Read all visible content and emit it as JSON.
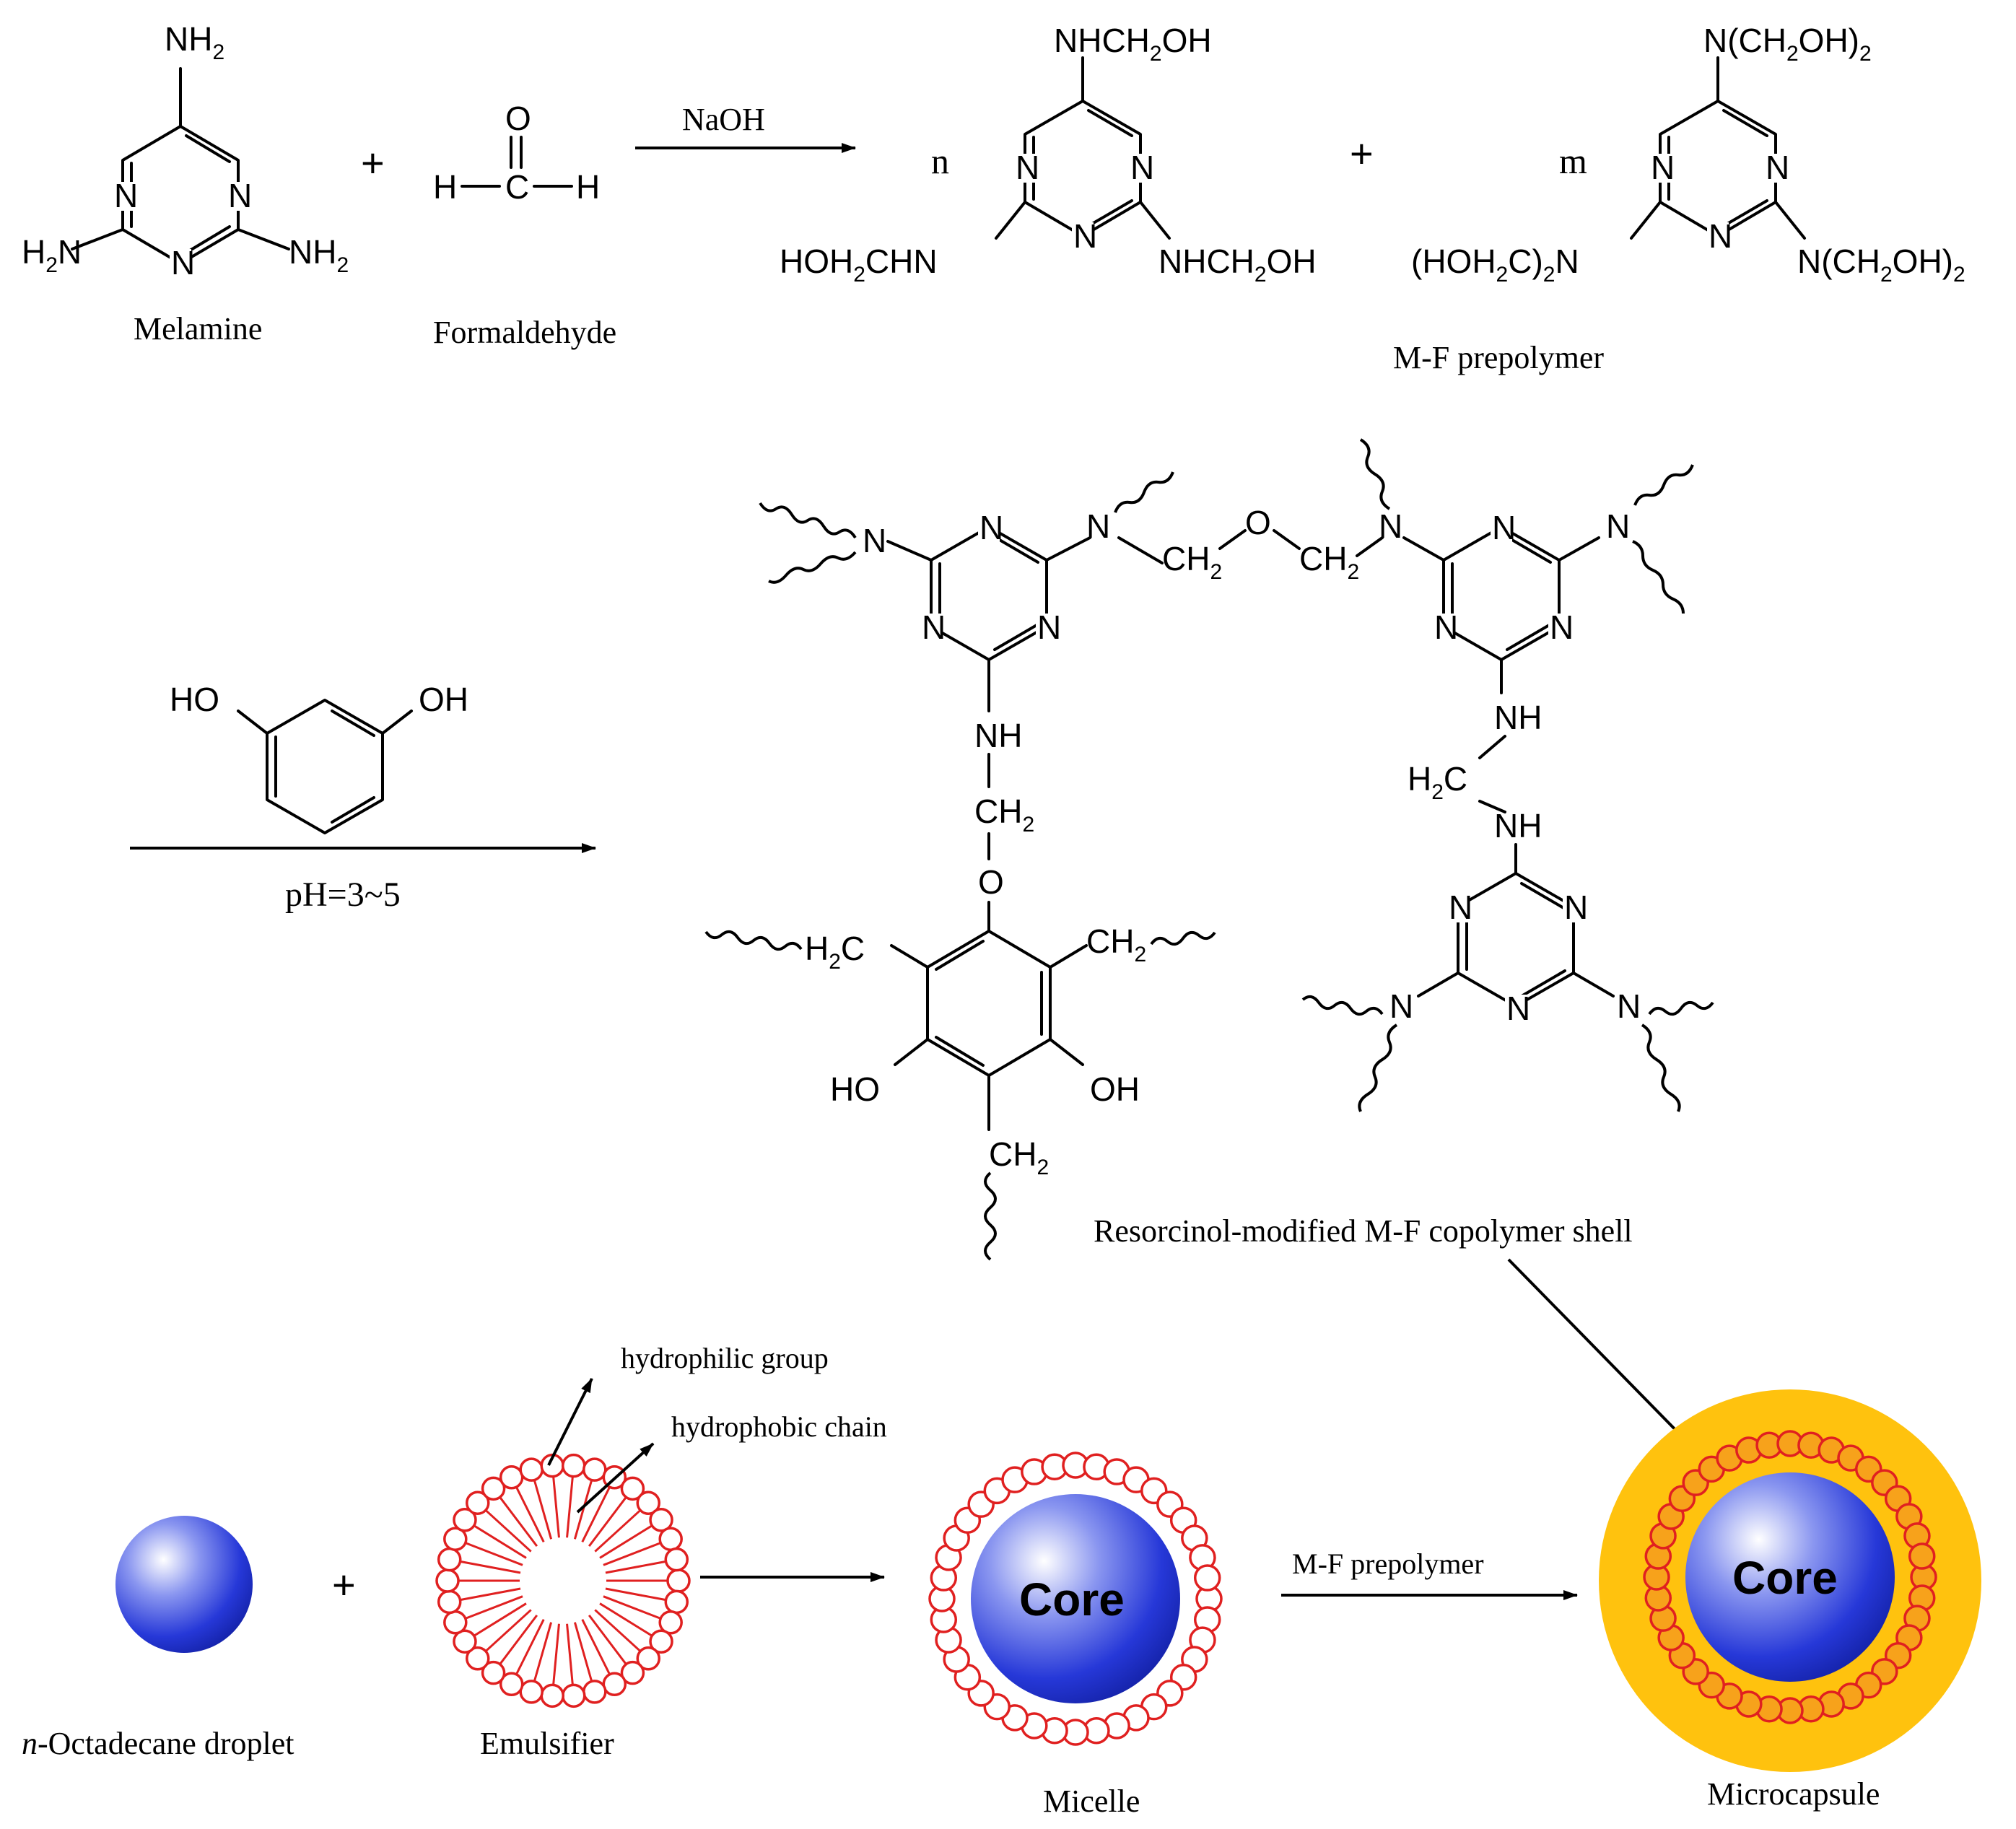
{
  "scheme": {
    "melamine": {
      "label": "Melamine",
      "nh2": "NH",
      "two": "2",
      "h2n": "H",
      "n": "N"
    },
    "formaldehyde": {
      "label": "Formaldehyde",
      "o": "O",
      "c": "C",
      "h": "H"
    },
    "reaction1": {
      "plus": "+",
      "reagent": "NaOH"
    },
    "prepolymer": {
      "label": "M-F prepolymer",
      "coef_n": "n",
      "coef_m": "m",
      "plus": "+",
      "nhch2oh": "NHCH",
      "oh": "OH",
      "hoh2chn_a": "HOH",
      "hoh2chn_b": "CHN",
      "nch2oh2_a": "N(CH",
      "nch2oh2_b": "OH)",
      "hoh2c2n_a": "(HOH",
      "hoh2c2n_b": "C)",
      "hoh2c2n_c": "N"
    },
    "reaction2": {
      "condition": "pH=3~5",
      "resorcinol_oh": "HO",
      "resorcinol_oh2": "OH"
    },
    "shell": {
      "label": "Resorcinol-modified M-F copolymer shell",
      "n": "N",
      "nh": "NH",
      "o": "O",
      "ch": "CH",
      "h": "H",
      "two": "2",
      "ho": "HO",
      "oh": "OH",
      "c": "C"
    },
    "encapsulation": {
      "droplet_prefix": "n",
      "droplet_label": "-Octadecane droplet",
      "plus": "+",
      "emulsifier_label": "Emulsifier",
      "hydrophilic": "hydrophilic group",
      "hydrophobic": "hydrophobic chain",
      "micelle_label": "Micelle",
      "core": "Core",
      "step_reagent": "M-F prepolymer",
      "microcapsule_label": "Microcapsule"
    }
  },
  "colors": {
    "core_blue": "#1a2fd6",
    "core_highlight": "#ffffff",
    "emulsifier_red": "#e02020",
    "shell_yellow": "#ffc20e",
    "shell_orange": "#f7a21b"
  }
}
